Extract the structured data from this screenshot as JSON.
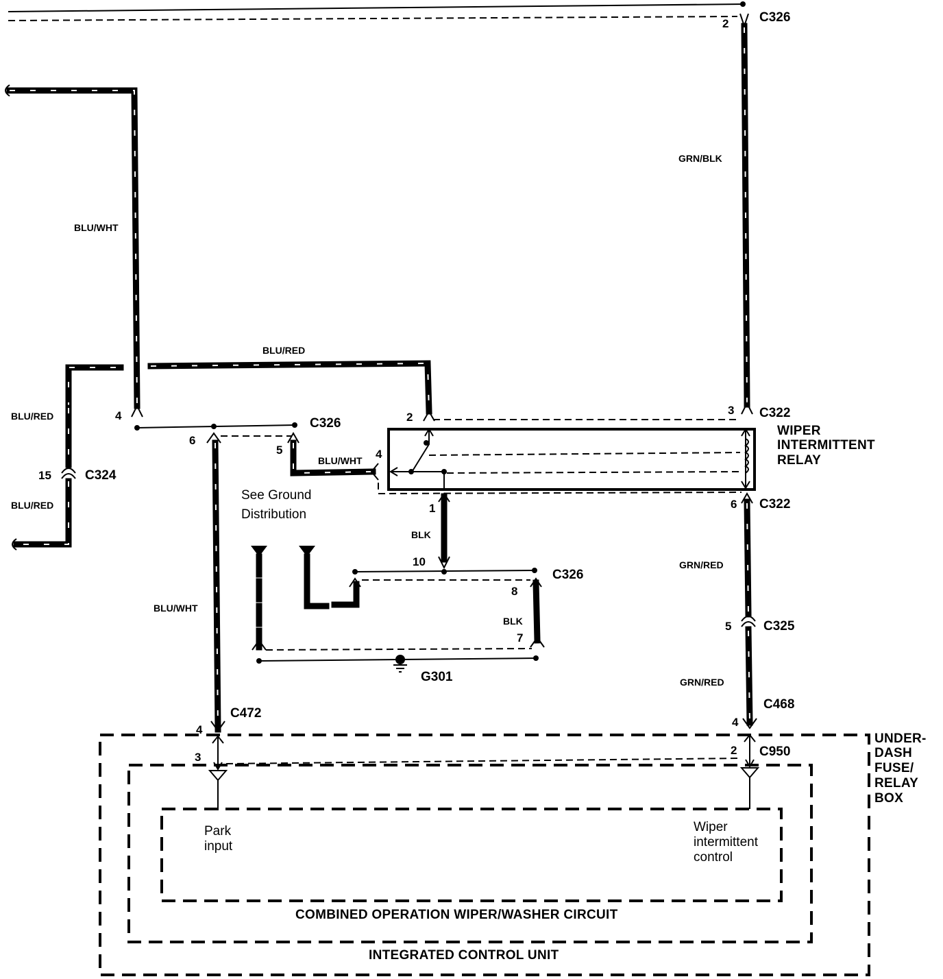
{
  "wires": {
    "blu_wht_top": "BLU/WHT",
    "grn_blk": "GRN/BLK",
    "blu_red_upper": "BLU/RED",
    "blu_red_left_top": "BLU/RED",
    "blu_red_left_bottom": "BLU/RED",
    "blu_wht_relay": "BLU/WHT",
    "blu_wht_lower": "BLU/WHT",
    "blk_relay": "BLK",
    "blk_ground": "BLK",
    "grn_red_upper": "GRN/RED",
    "grn_red_lower": "GRN/RED"
  },
  "connectors": {
    "c326_top": "C326",
    "c326_mid": "C326",
    "c326_low": "C326",
    "c322_top": "C322",
    "c322_bottom": "C322",
    "c324": "C324",
    "c325": "C325",
    "c468": "C468",
    "c472": "C472",
    "c950": "C950",
    "g301": "G301"
  },
  "pins": {
    "c326_top_2": "2",
    "left_4": "4",
    "c326_6": "6",
    "c326_5": "5",
    "relay_2": "2",
    "relay_4": "4",
    "relay_1": "1",
    "relay_3": "3",
    "relay_6": "6",
    "c324_15": "15",
    "c326_10": "10",
    "c326_8": "8",
    "c326_7": "7",
    "c325_5": "5",
    "c468_4": "4",
    "c472_4": "4",
    "icu_3": "3",
    "c950_2": "2"
  },
  "components": {
    "relay_title": [
      "WIPER",
      "INTERMITTENT",
      "RELAY"
    ],
    "fuse_box_title": [
      "UNDER-",
      "DASH",
      "FUSE/",
      "RELAY",
      "BOX"
    ],
    "ground_note": [
      "See Ground",
      "Distribution"
    ],
    "park_input": [
      "Park",
      "input"
    ],
    "wiper_control": [
      "Wiper",
      "intermittent",
      "control"
    ],
    "combined_circuit": "COMBINED OPERATION WIPER/WASHER CIRCUIT",
    "icu": "INTEGRATED CONTROL UNIT"
  }
}
